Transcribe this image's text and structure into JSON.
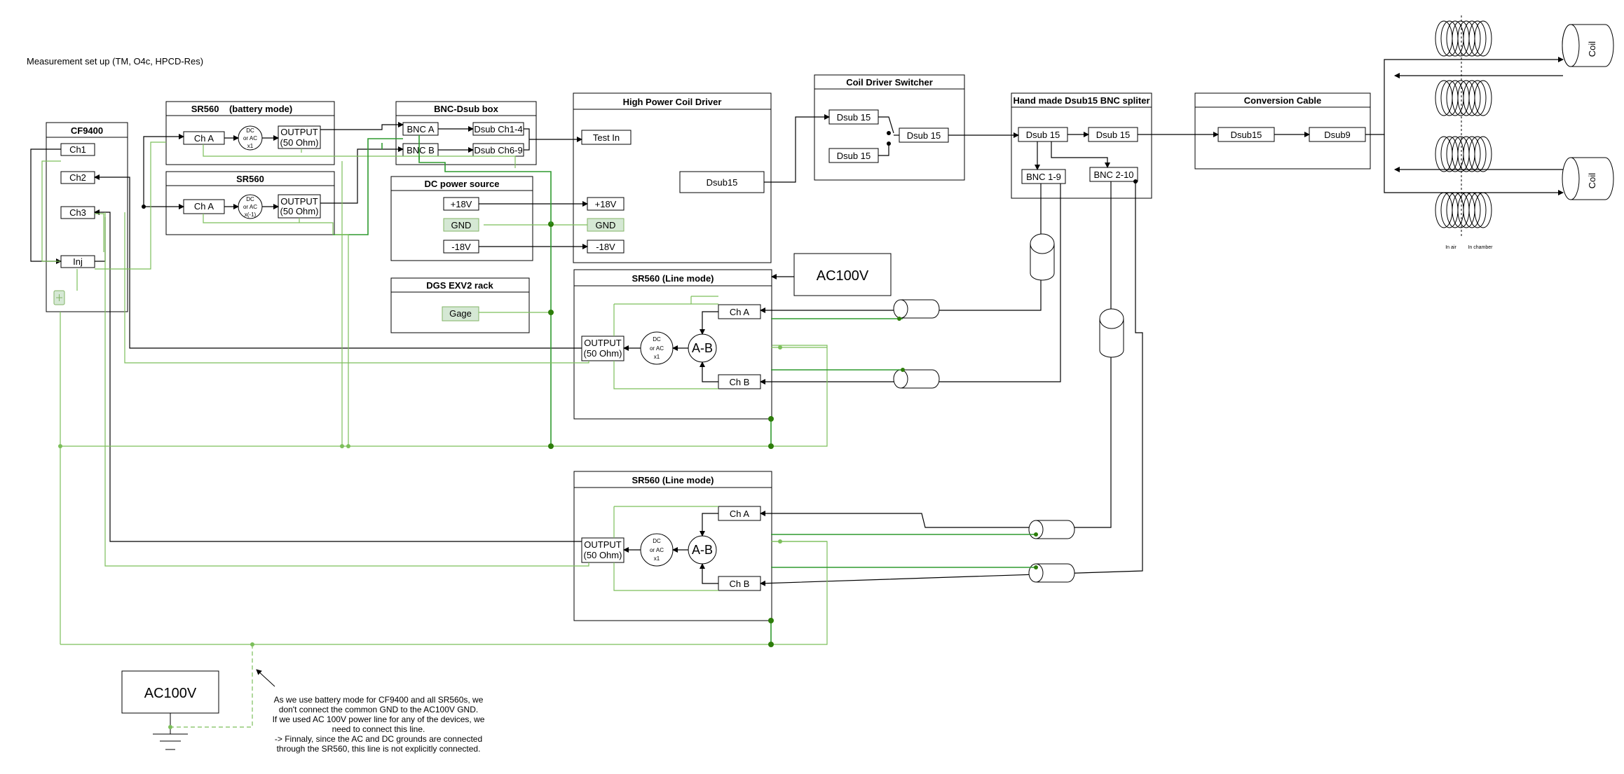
{
  "header": {
    "title": "Measurement set up (TM, O4c, HPCD-Res)"
  },
  "cf9400": {
    "title": "CF9400",
    "ch1": "Ch1",
    "ch2": "Ch2",
    "ch3": "Ch3",
    "inj": "Inj"
  },
  "sr560_battery": {
    "title": "SR560    (battery mode)",
    "cha": "Ch A",
    "dc1": "DC",
    "dc2": "or AC",
    "dc3": "x1",
    "out1": "OUTPUT",
    "out2": "(50 Ohm)"
  },
  "sr560_2": {
    "title": "SR560",
    "cha": "Ch A",
    "dc1": "DC",
    "dc2": "or AC",
    "dc3": "x(-1)",
    "out1": "OUTPUT",
    "out2": "(50 Ohm)"
  },
  "bnc_dsub": {
    "title": "BNC-Dsub box",
    "bnca": "BNC A",
    "bncb": "BNC B",
    "dsub14": "Dsub Ch1-4",
    "dsub69": "Dsub Ch6-9"
  },
  "dc_power": {
    "title": "DC power source",
    "p18": "+18V",
    "gnd": "GND",
    "m18": "-18V"
  },
  "dgs": {
    "title": "DGS EXV2 rack",
    "gage": "Gage"
  },
  "hpcd": {
    "title": "High Power Coil Driver",
    "test_in": "Test In",
    "dsub15": "Dsub15",
    "p18": "+18V",
    "gnd": "GND",
    "m18": "-18V"
  },
  "switcher": {
    "title": "Coil Driver Switcher",
    "a": "Dsub 15",
    "b": "Dsub 15",
    "c": "Dsub 15"
  },
  "splitter": {
    "title": "Hand made Dsub15 BNC spliter",
    "a": "Dsub 15",
    "b": "Dsub 15",
    "bnc19": "BNC 1-9",
    "bnc210": "BNC 2-10"
  },
  "conversion": {
    "title": "Conversion Cable",
    "a": "Dsub15",
    "b": "Dsub9"
  },
  "ac100v_top": "AC100V",
  "sr560_line_1": {
    "title": "SR560 (Line mode)",
    "cha": "Ch A",
    "chb": "Ch B",
    "ab": "A-B",
    "dc1": "DC",
    "dc2": "or AC",
    "dc3": "x1",
    "out1": "OUTPUT",
    "out2": "(50 Ohm)"
  },
  "sr560_line_2": {
    "title": "SR560 (Line mode)",
    "cha": "Ch A",
    "chb": "Ch B",
    "ab": "A-B",
    "dc1": "DC",
    "dc2": "or AC",
    "dc3": "x1",
    "out1": "OUTPUT",
    "out2": "(50 Ohm)"
  },
  "coils": {
    "coil1": "Coil",
    "coil2": "Coil",
    "in_air": "In air",
    "in_chamber": "In chamber"
  },
  "ac100v_bottom": "AC100V",
  "note": {
    "l1": "As we use battery mode for CF9400 and all SR560s, we",
    "l2": "don't connect the common GND to the AC100V GND.",
    "l3": "If we used AC 100V power line for any of the devices, we",
    "l4": "need to connect this line.",
    "l5": "-> Finnaly, since the AC and DC grounds are connected",
    "l6": "through the SR560, this line is not explicitly connected."
  },
  "colors": {
    "wire": "#000000",
    "ground_dark": "#2d7d0a",
    "ground_light": "#7cbf5a",
    "fill_green": "#d5e8d4"
  }
}
